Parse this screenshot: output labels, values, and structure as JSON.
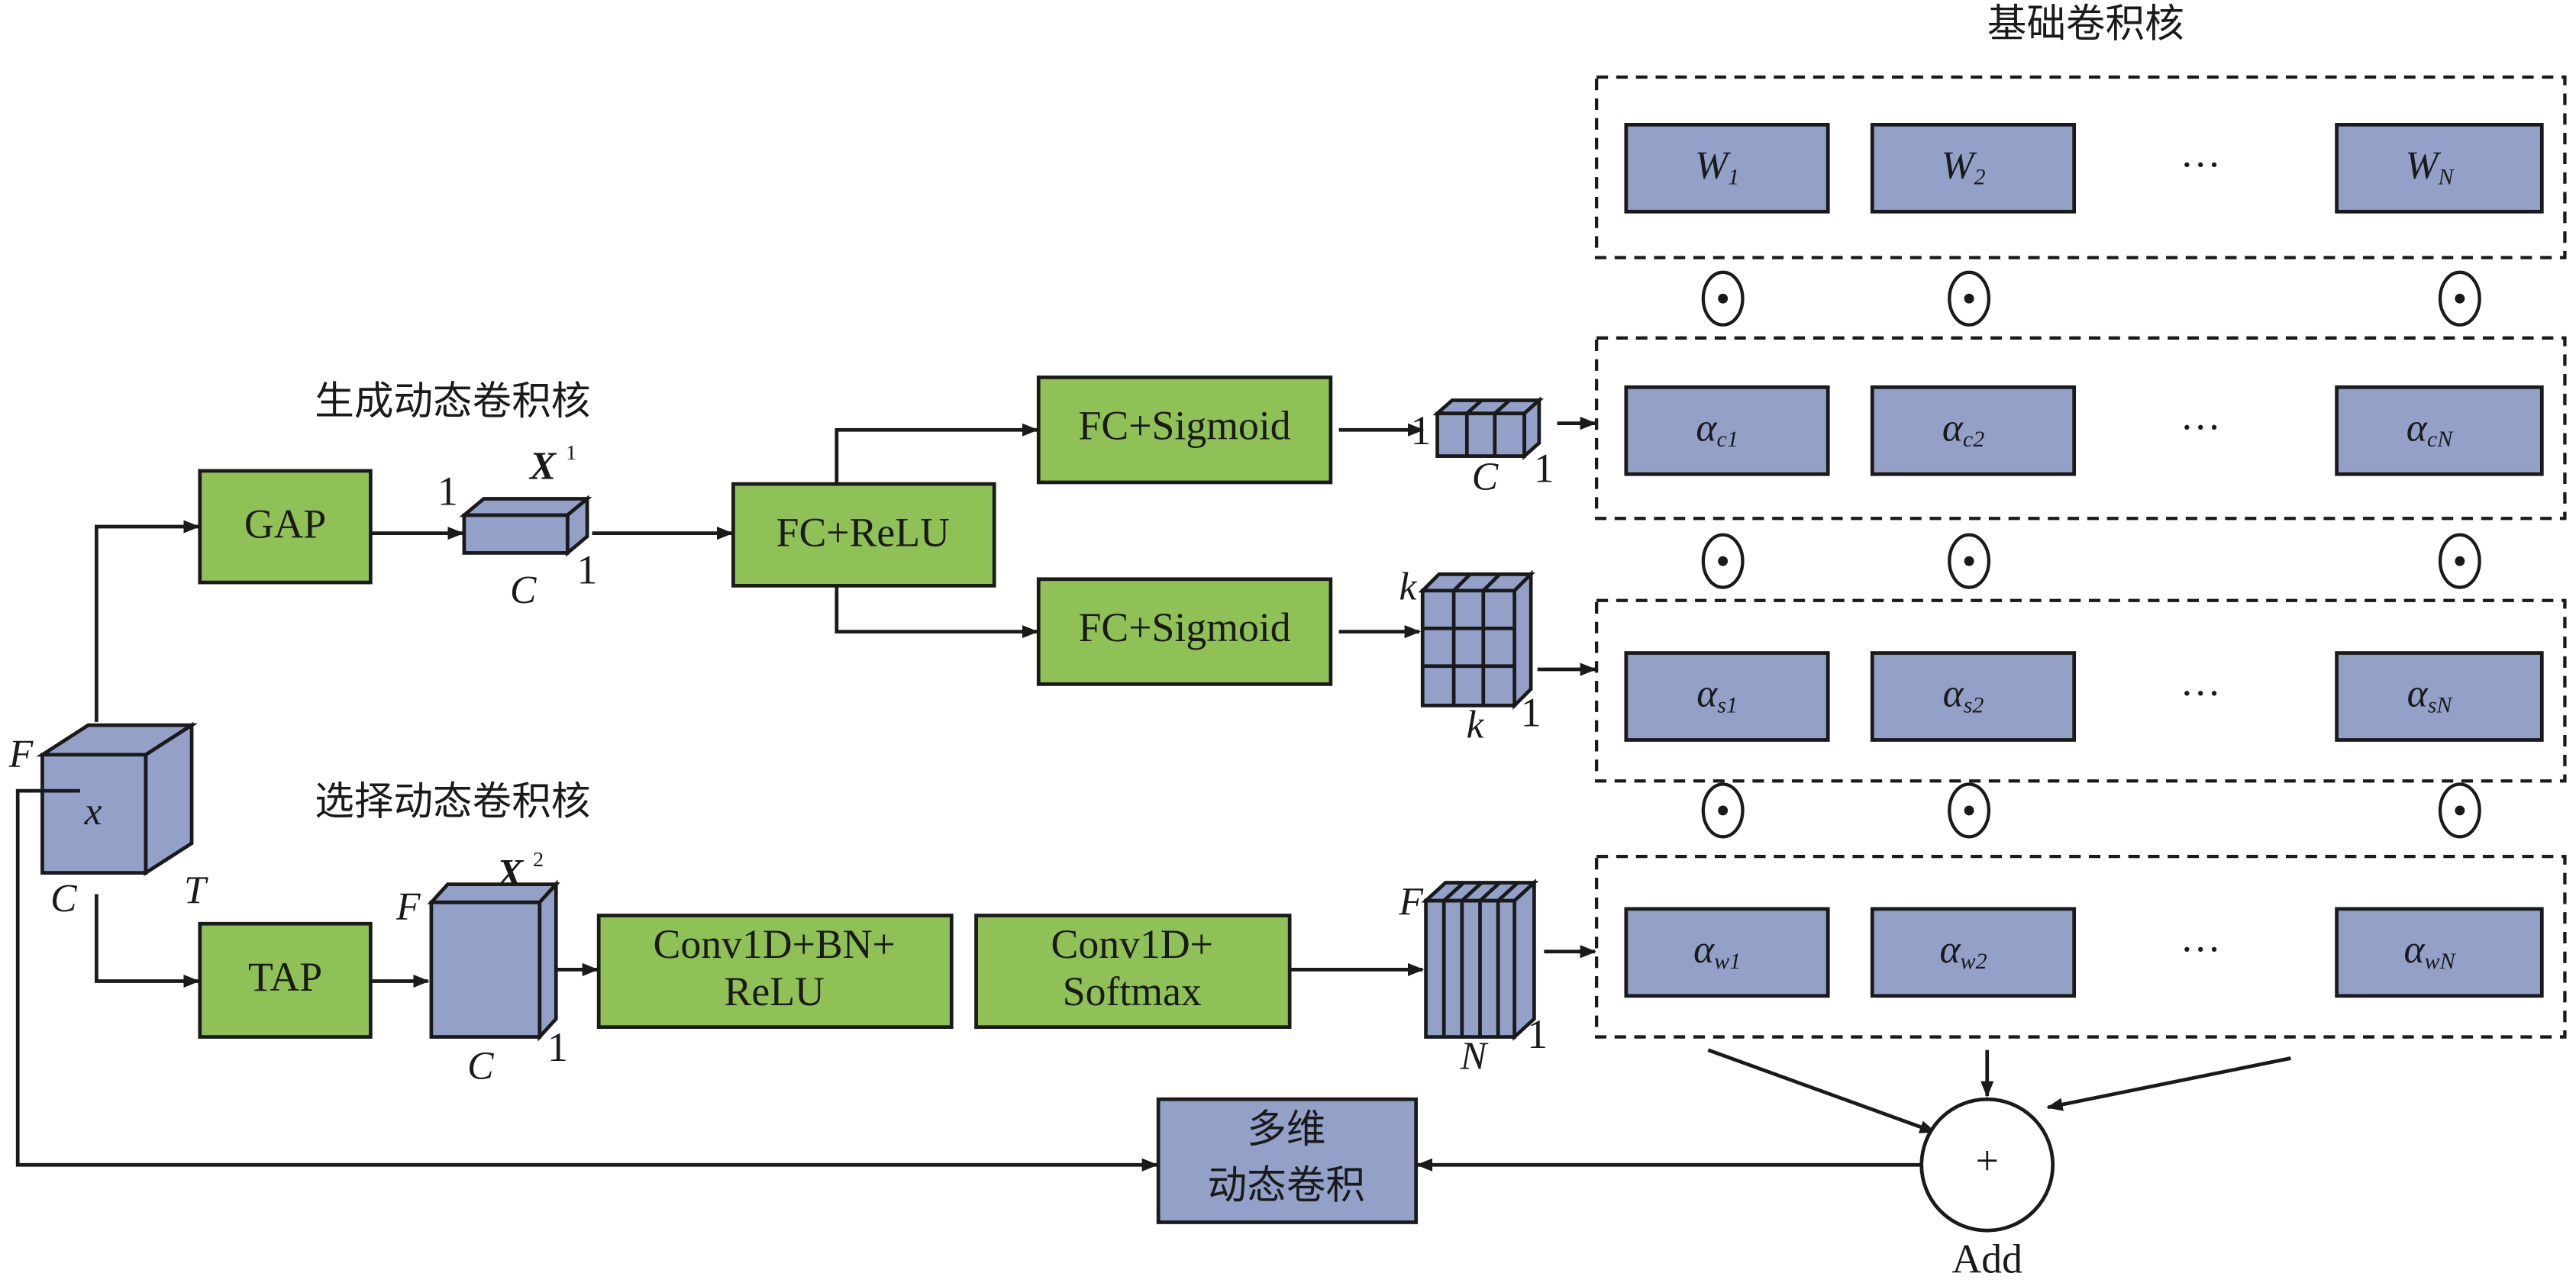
{
  "titles": {
    "base_kernels": "基础卷积核",
    "generate": "生成动态卷积核",
    "select": "选择动态卷积核"
  },
  "input": {
    "symbol": "x",
    "dims": {
      "F": "F",
      "C": "C",
      "T": "T"
    }
  },
  "gap": {
    "label": "GAP",
    "tensor": "X",
    "sup": "1",
    "dims": {
      "h": "1",
      "w": "C",
      "d": "1"
    }
  },
  "tap": {
    "label": "TAP",
    "tensor": "X",
    "sup": "2",
    "dims": {
      "h": "F",
      "w": "C",
      "d": "1"
    }
  },
  "fc_relu": "FC+ReLU",
  "fc_sigmoid_1": {
    "label": "FC+Sigmoid",
    "dims": {
      "h": "1",
      "w": "C",
      "d": "1"
    }
  },
  "fc_sigmoid_2": {
    "label": "FC+Sigmoid",
    "dims": {
      "h": "k",
      "w": "k",
      "d": "1"
    }
  },
  "conv1": {
    "line1": "Conv1D+BN+",
    "line2": "ReLU"
  },
  "conv2": {
    "line1": "Conv1D+",
    "line2": "Softmax",
    "dims": {
      "h": "F",
      "w": "N",
      "d": "1"
    }
  },
  "rows": [
    {
      "base": "W",
      "subs": [
        "1",
        "2",
        "N"
      ]
    },
    {
      "base": "α",
      "subs": [
        "c1",
        "c2",
        "cN"
      ]
    },
    {
      "base": "α",
      "subs": [
        "s1",
        "s2",
        "sN"
      ]
    },
    {
      "base": "α",
      "subs": [
        "w1",
        "w2",
        "wN"
      ]
    }
  ],
  "ellipsis": "···",
  "hadamard": "⊙",
  "add": {
    "symbol": "+",
    "label": "Add"
  },
  "output": {
    "line1": "多维",
    "line2": "动态卷积"
  },
  "colors": {
    "green": "#8fc156",
    "blue": "#93a1c9"
  }
}
